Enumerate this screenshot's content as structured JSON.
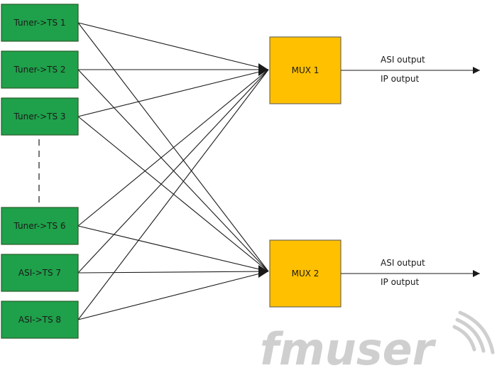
{
  "inputs": [
    {
      "label": "Tuner->TS 1"
    },
    {
      "label": "Tuner->TS 2"
    },
    {
      "label": "Tuner->TS 3"
    },
    {
      "label": "Tuner->TS 6"
    },
    {
      "label": "ASI->TS 7"
    },
    {
      "label": "ASI->TS 8"
    }
  ],
  "muxes": [
    {
      "label": "MUX 1",
      "outputs": [
        "ASI output",
        "IP output"
      ]
    },
    {
      "label": "MUX 2",
      "outputs": [
        "ASI output",
        "IP output"
      ]
    }
  ],
  "watermark": {
    "text": "fmuser"
  },
  "colors": {
    "input_fill": "#1fa04a",
    "input_stroke": "#2b5e2b",
    "mux_fill": "#ffc000",
    "mux_stroke": "#555555",
    "line": "#1a1a1a",
    "ellipsis": "#777777",
    "watermark": "#cfcfcf"
  }
}
